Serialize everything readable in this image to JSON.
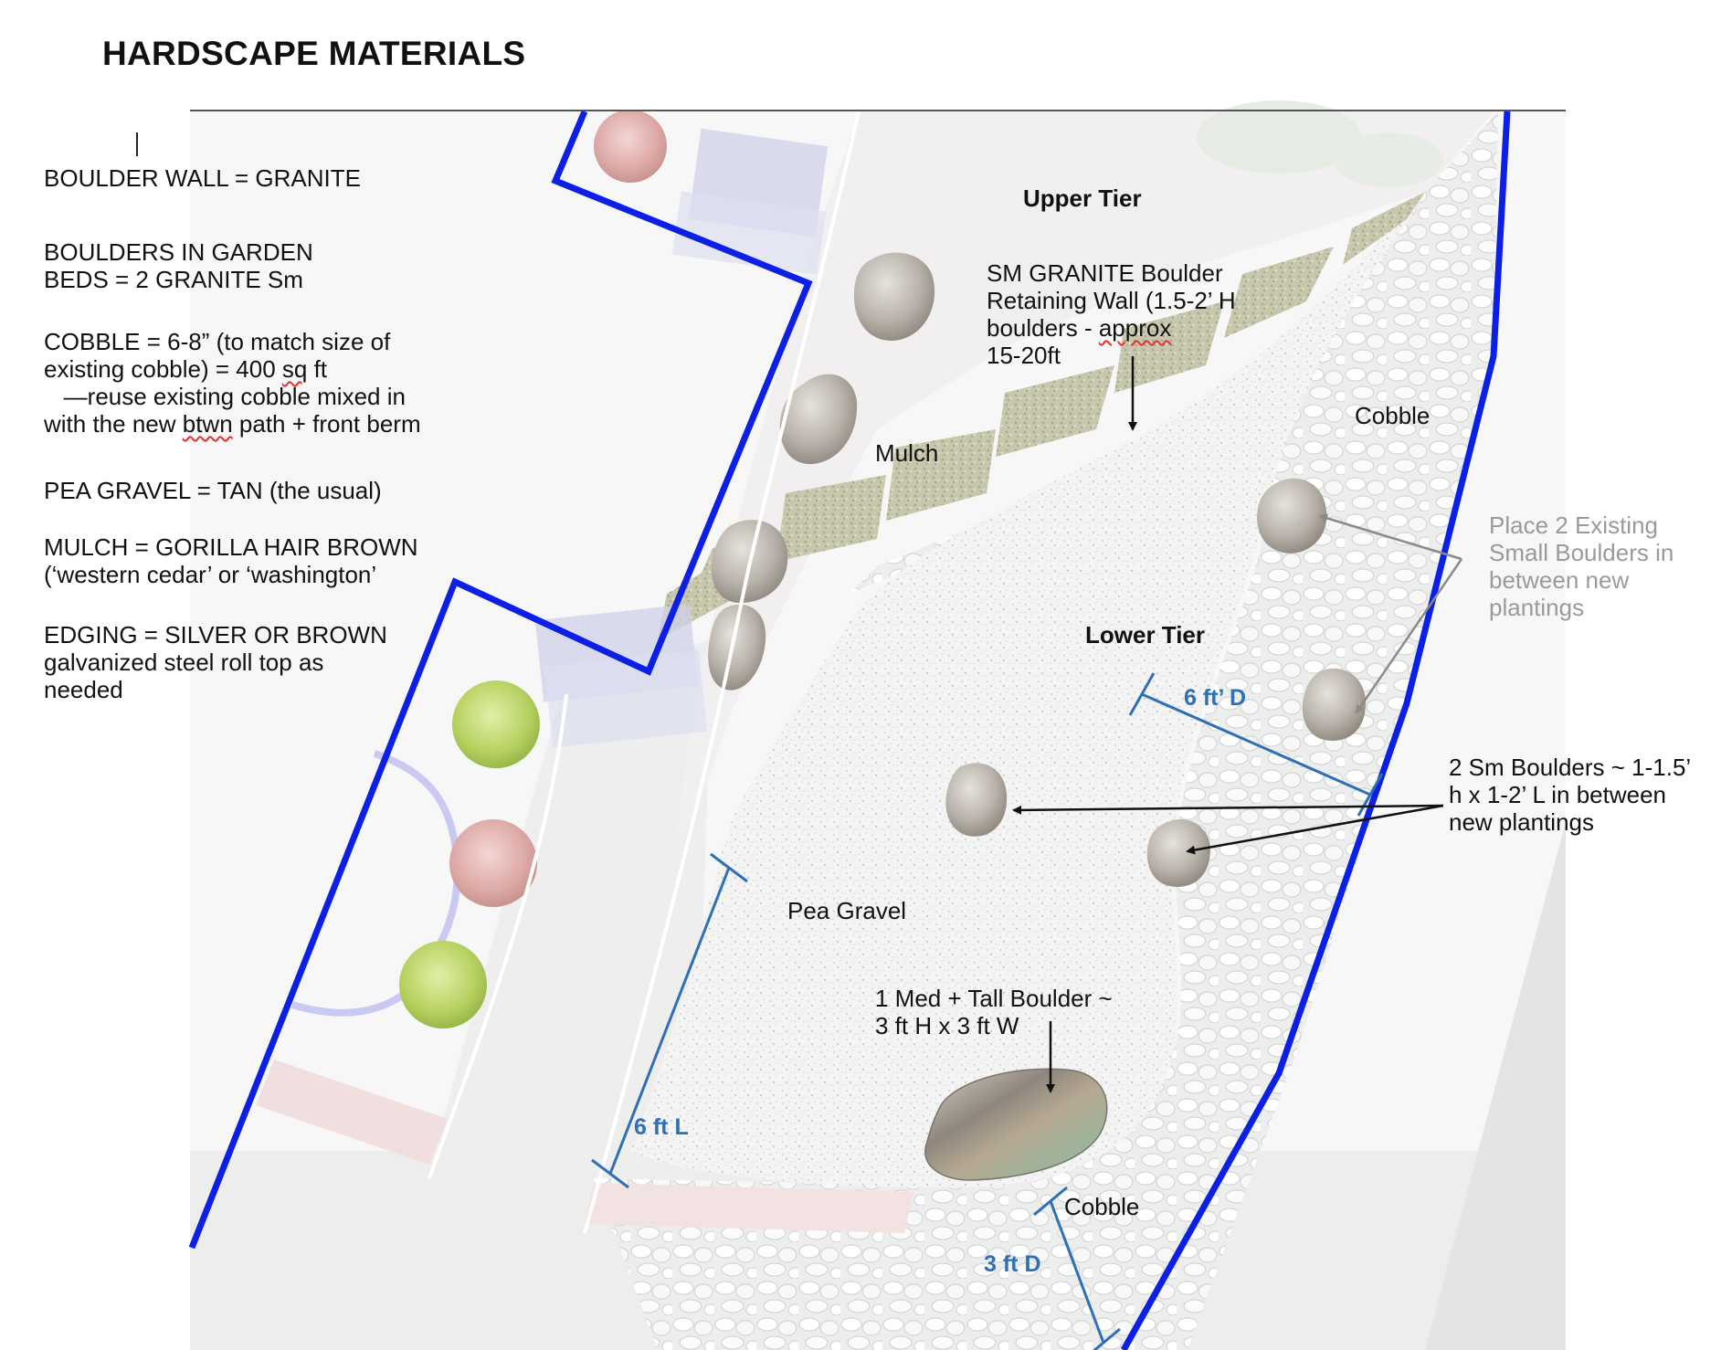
{
  "title": "HARDSCAPE MATERIALS",
  "specs": {
    "boulder_wall": "BOULDER WALL = GRANITE",
    "boulders_garden_1": "BOULDERS IN GARDEN",
    "boulders_garden_2": "BEDS = 2 GRANITE Sm",
    "cobble_1": "COBBLE = 6-8” (to match size of",
    "cobble_2a": "existing cobble) = 400 ",
    "cobble_2b": "sq",
    "cobble_2c": " ft",
    "cobble_3": "   —reuse existing cobble mixed in",
    "cobble_4a": "with the new ",
    "cobble_4b": "btwn",
    "cobble_4c": " path + front berm",
    "pea_gravel": "PEA GRAVEL = TAN (the usual)",
    "mulch_1": "MULCH = GORILLA HAIR BROWN",
    "mulch_2": "(‘western cedar’ or ‘washington’",
    "edging_1": "EDGING = SILVER OR BROWN",
    "edging_2": "galvanized steel roll top as",
    "edging_3": "needed"
  },
  "labels": {
    "upper_tier": "Upper Tier",
    "lower_tier": "Lower Tier",
    "retaining_1": "SM GRANITE Boulder",
    "retaining_2": "Retaining Wall (1.5-2’ H",
    "retaining_3a": "boulders - ",
    "retaining_3b": "approx",
    "retaining_4": "15-20ft",
    "mulch": "Mulch",
    "cobble_upper": "Cobble",
    "cobble_lower": "Cobble",
    "pea_gravel": "Pea Gravel",
    "place_existing_1": "Place 2 Existing",
    "place_existing_2": "Small Boulders in",
    "place_existing_3": "between new",
    "place_existing_4": "plantings",
    "sm_boulders_1": "2 Sm Boulders ~ 1-1.5’",
    "sm_boulders_2": "h x 1-2’ L in between",
    "sm_boulders_3": "new plantings",
    "med_boulder_1": "1 Med + Tall Boulder ~",
    "med_boulder_2": "3 ft H x 3 ft W"
  },
  "dimensions": {
    "six_ft_d": "6 ft’ D",
    "six_ft_l": "6 ft L",
    "three_ft_d": "3 ft D"
  },
  "colors": {
    "boundary": "#0b1fe6",
    "dimension": "#2f6fb5",
    "gravel": "#f1f1f1",
    "cobble": "#e9ebea",
    "mulch_area": "#f1efef",
    "retaining_stone": "#c2c2a6",
    "boulder": "#b9b4ae",
    "shrub_green": "#bcd66d",
    "shrub_pink": "#e6b7b5",
    "pavement": "#ededed",
    "curb": "#f1dede",
    "path_ring": "#c9c9f2"
  }
}
